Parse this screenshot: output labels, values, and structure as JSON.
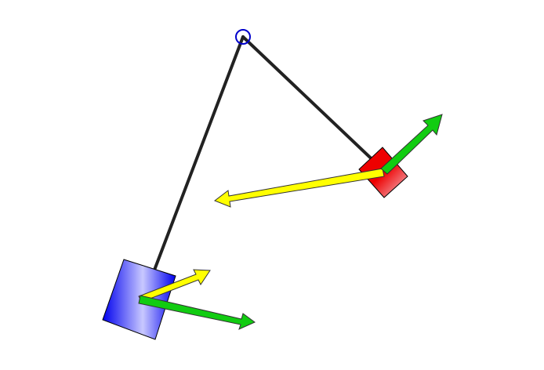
{
  "scene": {
    "background_color": "#ffffff",
    "rod_color": "#222222",
    "pivot": {
      "kind": "hollow-circle",
      "color": "#0000cc"
    },
    "bodies": [
      {
        "id": "blue-block",
        "fill_light": "#c8c8ff",
        "fill_dark": "#0000ee",
        "outline": "#000000"
      },
      {
        "id": "red-block",
        "fill_light": "#f4c8d0",
        "fill_dark": "#ee0000",
        "outline": "#000000"
      }
    ],
    "vectors": [
      {
        "id": "blue-yellow-vector",
        "color": "#ffff00",
        "outline": "#333333"
      },
      {
        "id": "blue-green-vector",
        "color": "#11cc11",
        "outline": "#333333"
      },
      {
        "id": "red-yellow-vector",
        "color": "#ffff00",
        "outline": "#333333"
      },
      {
        "id": "red-green-vector",
        "color": "#11cc11",
        "outline": "#333333"
      }
    ]
  }
}
